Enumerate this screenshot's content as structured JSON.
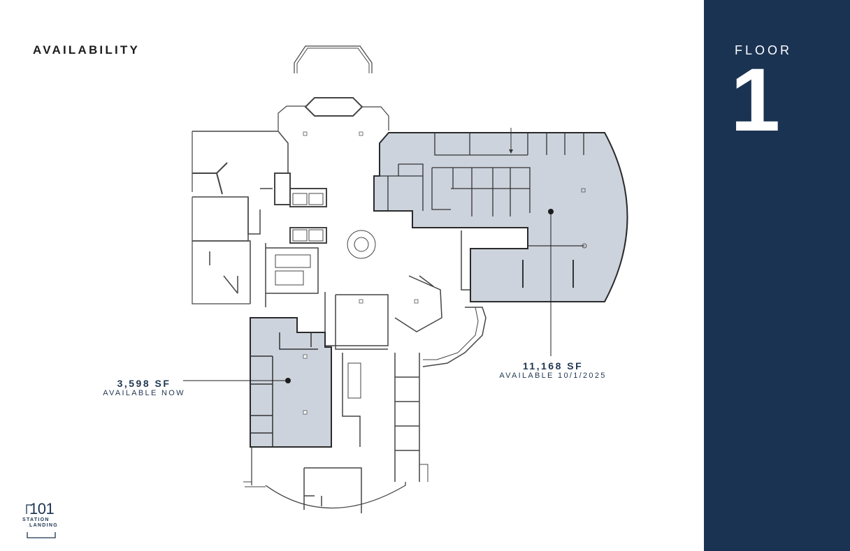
{
  "header": {
    "title": "AVAILABILITY"
  },
  "sidebar": {
    "floor_label": "FLOOR",
    "floor_number": "1",
    "background": "#1b3352"
  },
  "suites": [
    {
      "area": "3,598 SF",
      "availability": "AVAILABLE NOW"
    },
    {
      "area": "11,168 SF",
      "availability": "AVAILABLE 10/1/2025"
    }
  ],
  "logo": {
    "number": "101",
    "line1": "STATION",
    "line2": "LANDING"
  },
  "colors": {
    "available_fill": "#cdd3dc",
    "wall": "#2a2a2a",
    "text_dark": "#1f3550"
  }
}
